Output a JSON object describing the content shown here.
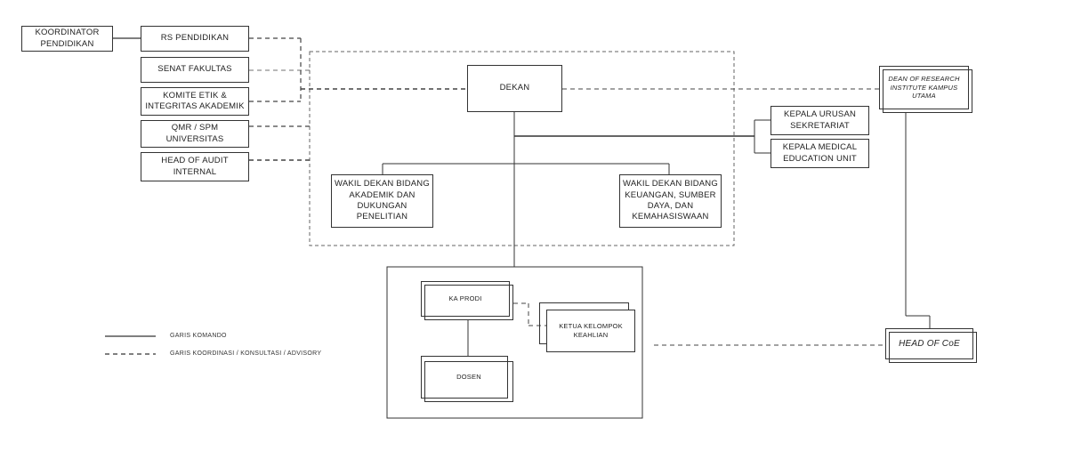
{
  "nodes": {
    "koordinator": "KOORDINATOR\nPENDIDIKAN",
    "rs_pendidikan": "RS PENDIDIKAN",
    "senat": "SENAT FAKULTAS",
    "komite_etik": "KOMITE ETIK &\nINTEGRITAS AKADEMIK",
    "qmr": "QMR / SPM\nUNIVERSITAS",
    "head_audit": "HEAD OF AUDIT\nINTERNAL",
    "dekan": "DEKAN",
    "wakil_akademik": "WAKIL DEKAN BIDANG\nAKADEMIK DAN\nDUKUNGAN\nPENELITIAN",
    "wakil_keuangan": "WAKIL DEKAN BIDANG\nKEUANGAN, SUMBER\nDAYA, DAN\nKEMAHASISWAAN",
    "kepala_urusan": "KEPALA URUSAN\nSEKRETARIAT",
    "kepala_medical": "KEPALA MEDICAL\nEDUCATION UNIT",
    "dean_research": "DEAN OF RESEARCH\nINSTITUTE KAMPUS\nUTAMA",
    "ka_prodi": "KA PRODI",
    "ketua_kelompok": "KETUA KELOMPOK\nKEAHLIAN",
    "dosen": "DOSEN",
    "head_coe": "HEAD OF CoE"
  },
  "legend": {
    "solid": "GARIS KOMANDO",
    "dashed": "GARIS KOORDINASI / KONSULTASI / ADVISORY"
  }
}
